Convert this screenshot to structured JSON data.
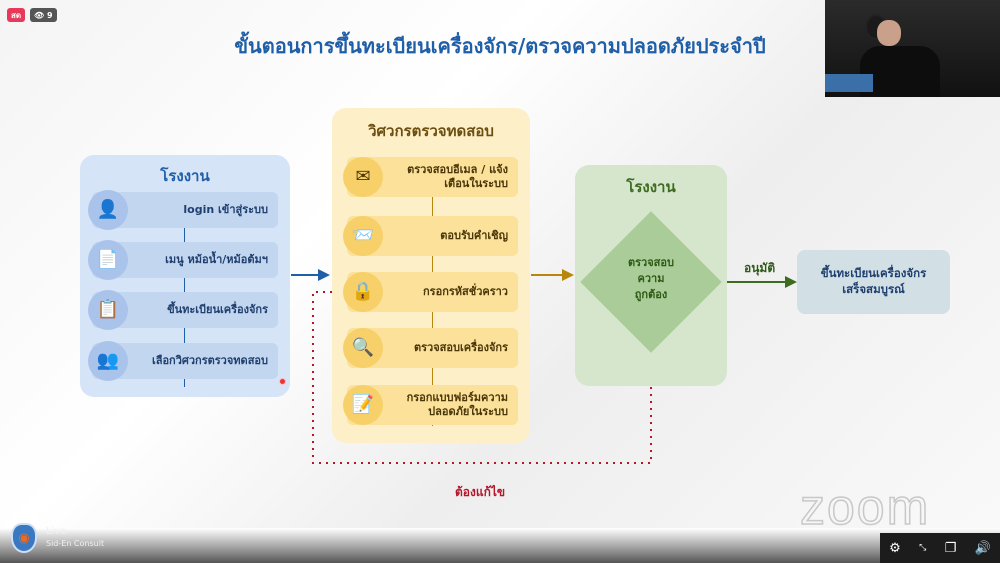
{
  "badges": {
    "live": "สด",
    "viewers": "9"
  },
  "title": "ขั้นตอนการขึ้นทะเบียนเครื่องจักร/ตรวจความปลอดภัยประจำปี",
  "factory_panel": {
    "header": "โรงงาน",
    "steps": [
      "login เข้าสู่ระบบ",
      "เมนู หม้อน้ำ/หม้อต้มฯ",
      "ขึ้นทะเบียนเครื่องจักร",
      "เลือกวิศวกรตรวจทดสอบ"
    ]
  },
  "engineer_panel": {
    "header": "วิศวกรตรวจทดสอบ",
    "steps": [
      "ตรวจสอบอีเมล / แจ้งเตือนในระบบ",
      "ตอบรับคำเชิญ",
      "กรอกรหัสชั่วคราว",
      "ตรวจสอบเครื่องจักร",
      "กรอกแบบฟอร์มความปลอดภัยในระบบ"
    ]
  },
  "review_panel": {
    "header": "โรงงาน",
    "decision": [
      "ตรวจสอบ",
      "ความ",
      "ถูกต้อง"
    ]
  },
  "approve_label": "อนุมัติ",
  "result": [
    "ขึ้นทะเบียนเครื่องจักร",
    "เสร็จสมบูรณ์"
  ],
  "fix_label": "ต้องแก้ไข",
  "watermark": "zoom",
  "channel": {
    "status": "Live",
    "name": "Sid-En Consult"
  },
  "colors": {
    "title": "#1f5fa8",
    "blue_panel": "#d6e4f7",
    "yellow_panel": "#fdf0c8",
    "green_panel": "#d5e6cc",
    "red": "#b5162b"
  }
}
